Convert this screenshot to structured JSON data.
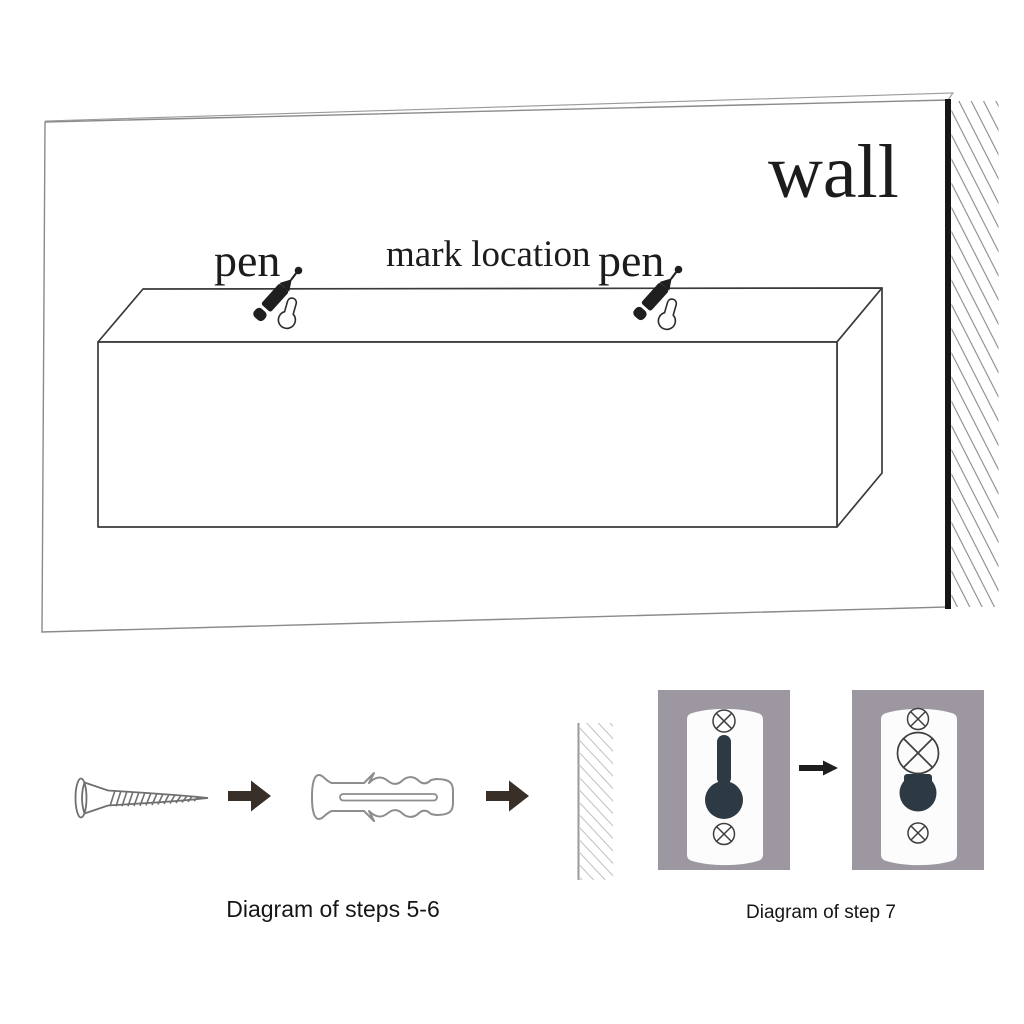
{
  "top_diagram": {
    "wall_label": "wall",
    "mark_location_label": "mark location",
    "pen_label_left": "pen",
    "pen_label_right": "pen"
  },
  "steps_5_6": {
    "caption": "Diagram of steps 5-6"
  },
  "step_7": {
    "caption": "Diagram of step 7"
  },
  "colors": {
    "panel_background": "#9c97a1",
    "plate_white": "#fcfcfc",
    "keyhole_dark": "#2d3a43",
    "block_arrow": "#382f28",
    "small_arrow": "#1e1e1e",
    "pen_black": "#1f1f1f",
    "box_line": "#3a3a3a",
    "wall_line": "#8a8a8a"
  },
  "icons": {
    "pen-icon": "black marker pen with marking dot",
    "keyhole-mark-icon": "keyhole outline traced on shelf top",
    "screw-icon": "wood screw pointing right",
    "wall-anchor-icon": "plastic expansion wall plug",
    "arrow-right-icon": "solid right-pointing arrow",
    "screw-head-icon": "circle with X screw mark",
    "keyhole-cutout-icon": "dark keyhole slot",
    "wall-hatch": "diagonal hatching of wall section"
  }
}
